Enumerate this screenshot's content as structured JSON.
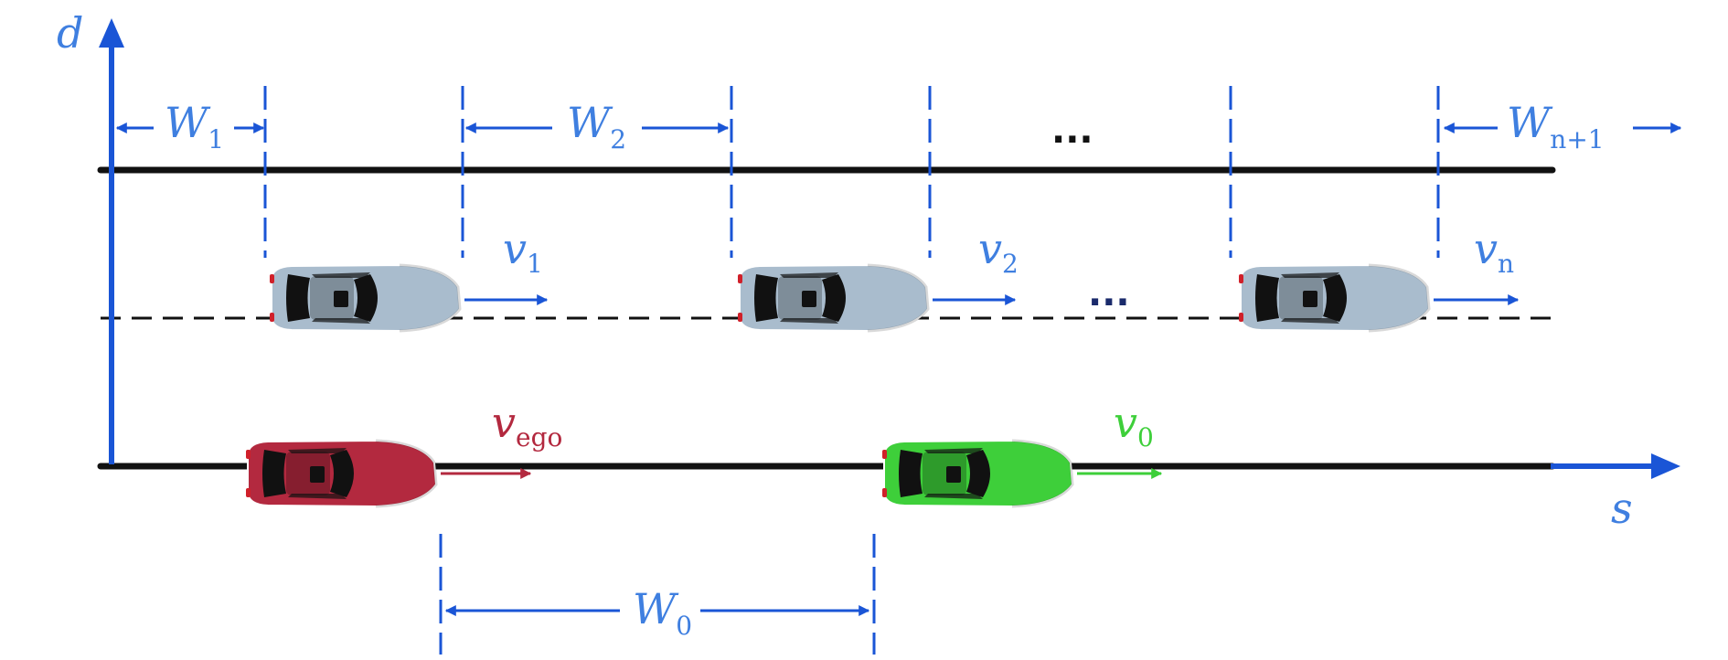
{
  "colors": {
    "axis": "#1a55d6",
    "label": "#3f7fe0",
    "road": "#111111",
    "lane_divider": "#111111",
    "gap_marker": "#1a55d6",
    "car_surrounding": "#a9bccd",
    "car_ego": "#b3293f",
    "car_front": "#3ecf3a",
    "ego_label": "#b3293f",
    "front_label": "#3ecf3a",
    "dots_top": "#111111",
    "dots_mid": "#1a2a6b"
  },
  "axes": {
    "vertical": {
      "main": "d"
    },
    "horizontal": {
      "main": "s"
    }
  },
  "gaps": {
    "w1": {
      "main": "W",
      "sub": "1"
    },
    "w2": {
      "main": "W",
      "sub": "2"
    },
    "wn1": {
      "main": "W",
      "sub": "n+1"
    },
    "w0": {
      "main": "W",
      "sub": "0"
    }
  },
  "velocities": {
    "v1": {
      "main": "v",
      "sub": "1"
    },
    "v2": {
      "main": "v",
      "sub": "2"
    },
    "vn": {
      "main": "v",
      "sub": "n"
    },
    "vego": {
      "main": "v",
      "sub": "ego"
    },
    "v0": {
      "main": "v",
      "sub": "0"
    }
  },
  "ellipsis": {
    "top": "...",
    "middle": "..."
  },
  "icons": {
    "surrounding_car": "car-top-view-icon",
    "ego_car": "car-top-view-icon",
    "front_car": "car-top-view-icon"
  }
}
